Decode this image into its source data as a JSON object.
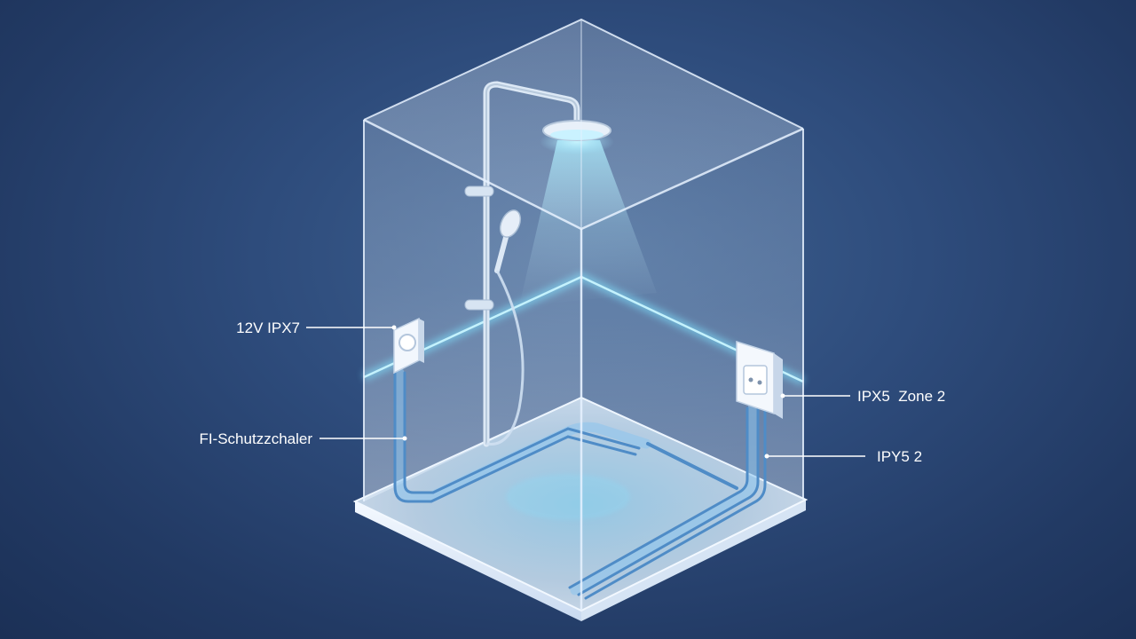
{
  "labels": {
    "top_left": "12V IPX7",
    "mid_left": "FI-Schutzzchaler",
    "top_right": "IPX5  Zone 2",
    "mid_right": "IPY5 2"
  },
  "colors": {
    "background": "#2e4c7c",
    "glow": "#7fe3ff",
    "glass_edge": "#e8f2ff",
    "conduit": "#5f9ed8"
  }
}
